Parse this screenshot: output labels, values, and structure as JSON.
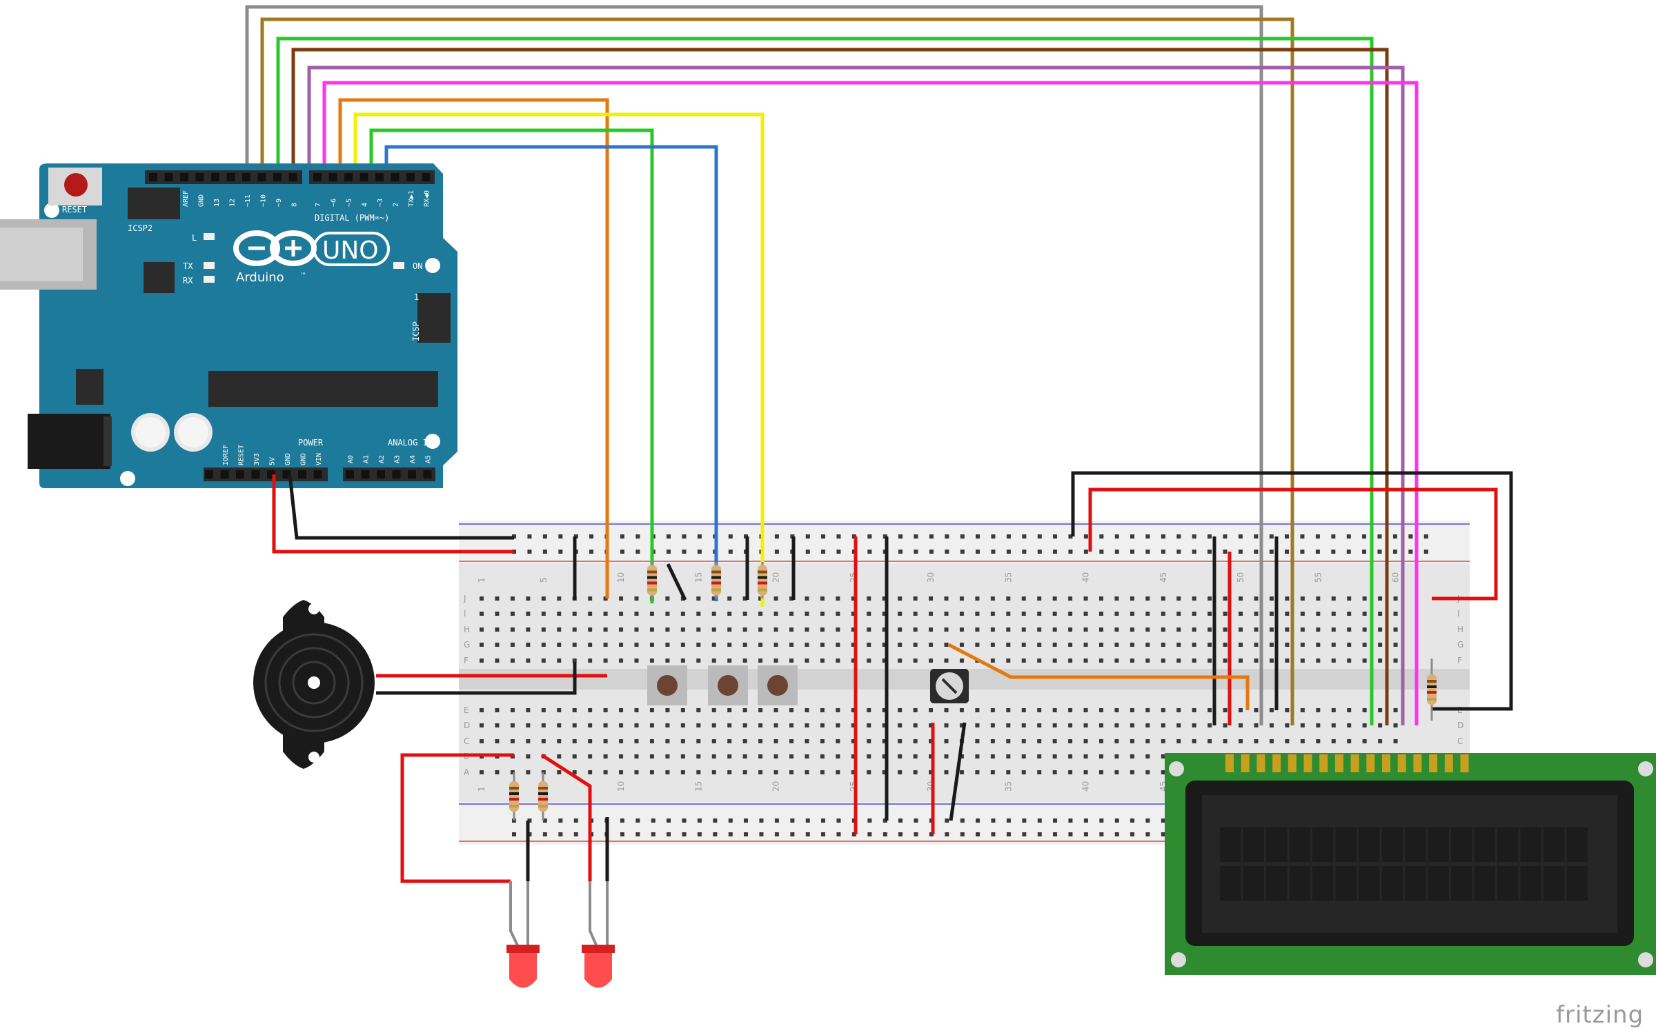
{
  "brand": "fritzing",
  "arduino": {
    "logo_text": "UNO",
    "brand_text": "Arduino",
    "trademark": "™",
    "reset_label": "RESET",
    "icsp2_label": "ICSP2",
    "icsp_label": "ICSP",
    "digital_label": "DIGITAL (PWM=~)",
    "power_label": "POWER",
    "analog_label": "ANALOG IN",
    "led_l_label": "L",
    "led_tx_label": "TX",
    "led_rx_label": "RX",
    "led_on_label": "ON",
    "icsp_pin1": "1",
    "digital_pins_left": [
      "AREF",
      "GND",
      "13",
      "12",
      "~11",
      "~10",
      "~9",
      "8"
    ],
    "digital_pins_right": [
      "7",
      "~6",
      "~5",
      "4",
      "~3",
      "2",
      "TX▶1",
      "RX◀0"
    ],
    "power_pins": [
      "IOREF",
      "RESET",
      "3V3",
      "5V",
      "GND",
      "GND",
      "VIN"
    ],
    "analog_pins": [
      "A0",
      "A1",
      "A2",
      "A3",
      "A4",
      "A5"
    ]
  },
  "breadboard": {
    "row_letters_top": [
      "J",
      "I",
      "H",
      "G",
      "F"
    ],
    "row_letters_bottom": [
      "E",
      "D",
      "C",
      "B",
      "A"
    ],
    "column_numbers": [
      "1",
      "5",
      "10",
      "15",
      "20",
      "25",
      "30",
      "35",
      "40",
      "45",
      "50",
      "55",
      "60"
    ]
  },
  "colors": {
    "arduino_board": "#1e7a9b",
    "lcd_board": "#2f8b2f",
    "wire_gray": "#8c8c8c",
    "wire_darkyellow": "#a07a22",
    "wire_green": "#28c828",
    "wire_brown": "#7a3d0e",
    "wire_purple": "#a060a8",
    "wire_magenta": "#ff33ee",
    "wire_orange": "#e6780f",
    "wire_yellow": "#f2f200",
    "wire_blue": "#2f74d0",
    "wire_red": "#e01010",
    "wire_black": "#1a1a1a"
  }
}
